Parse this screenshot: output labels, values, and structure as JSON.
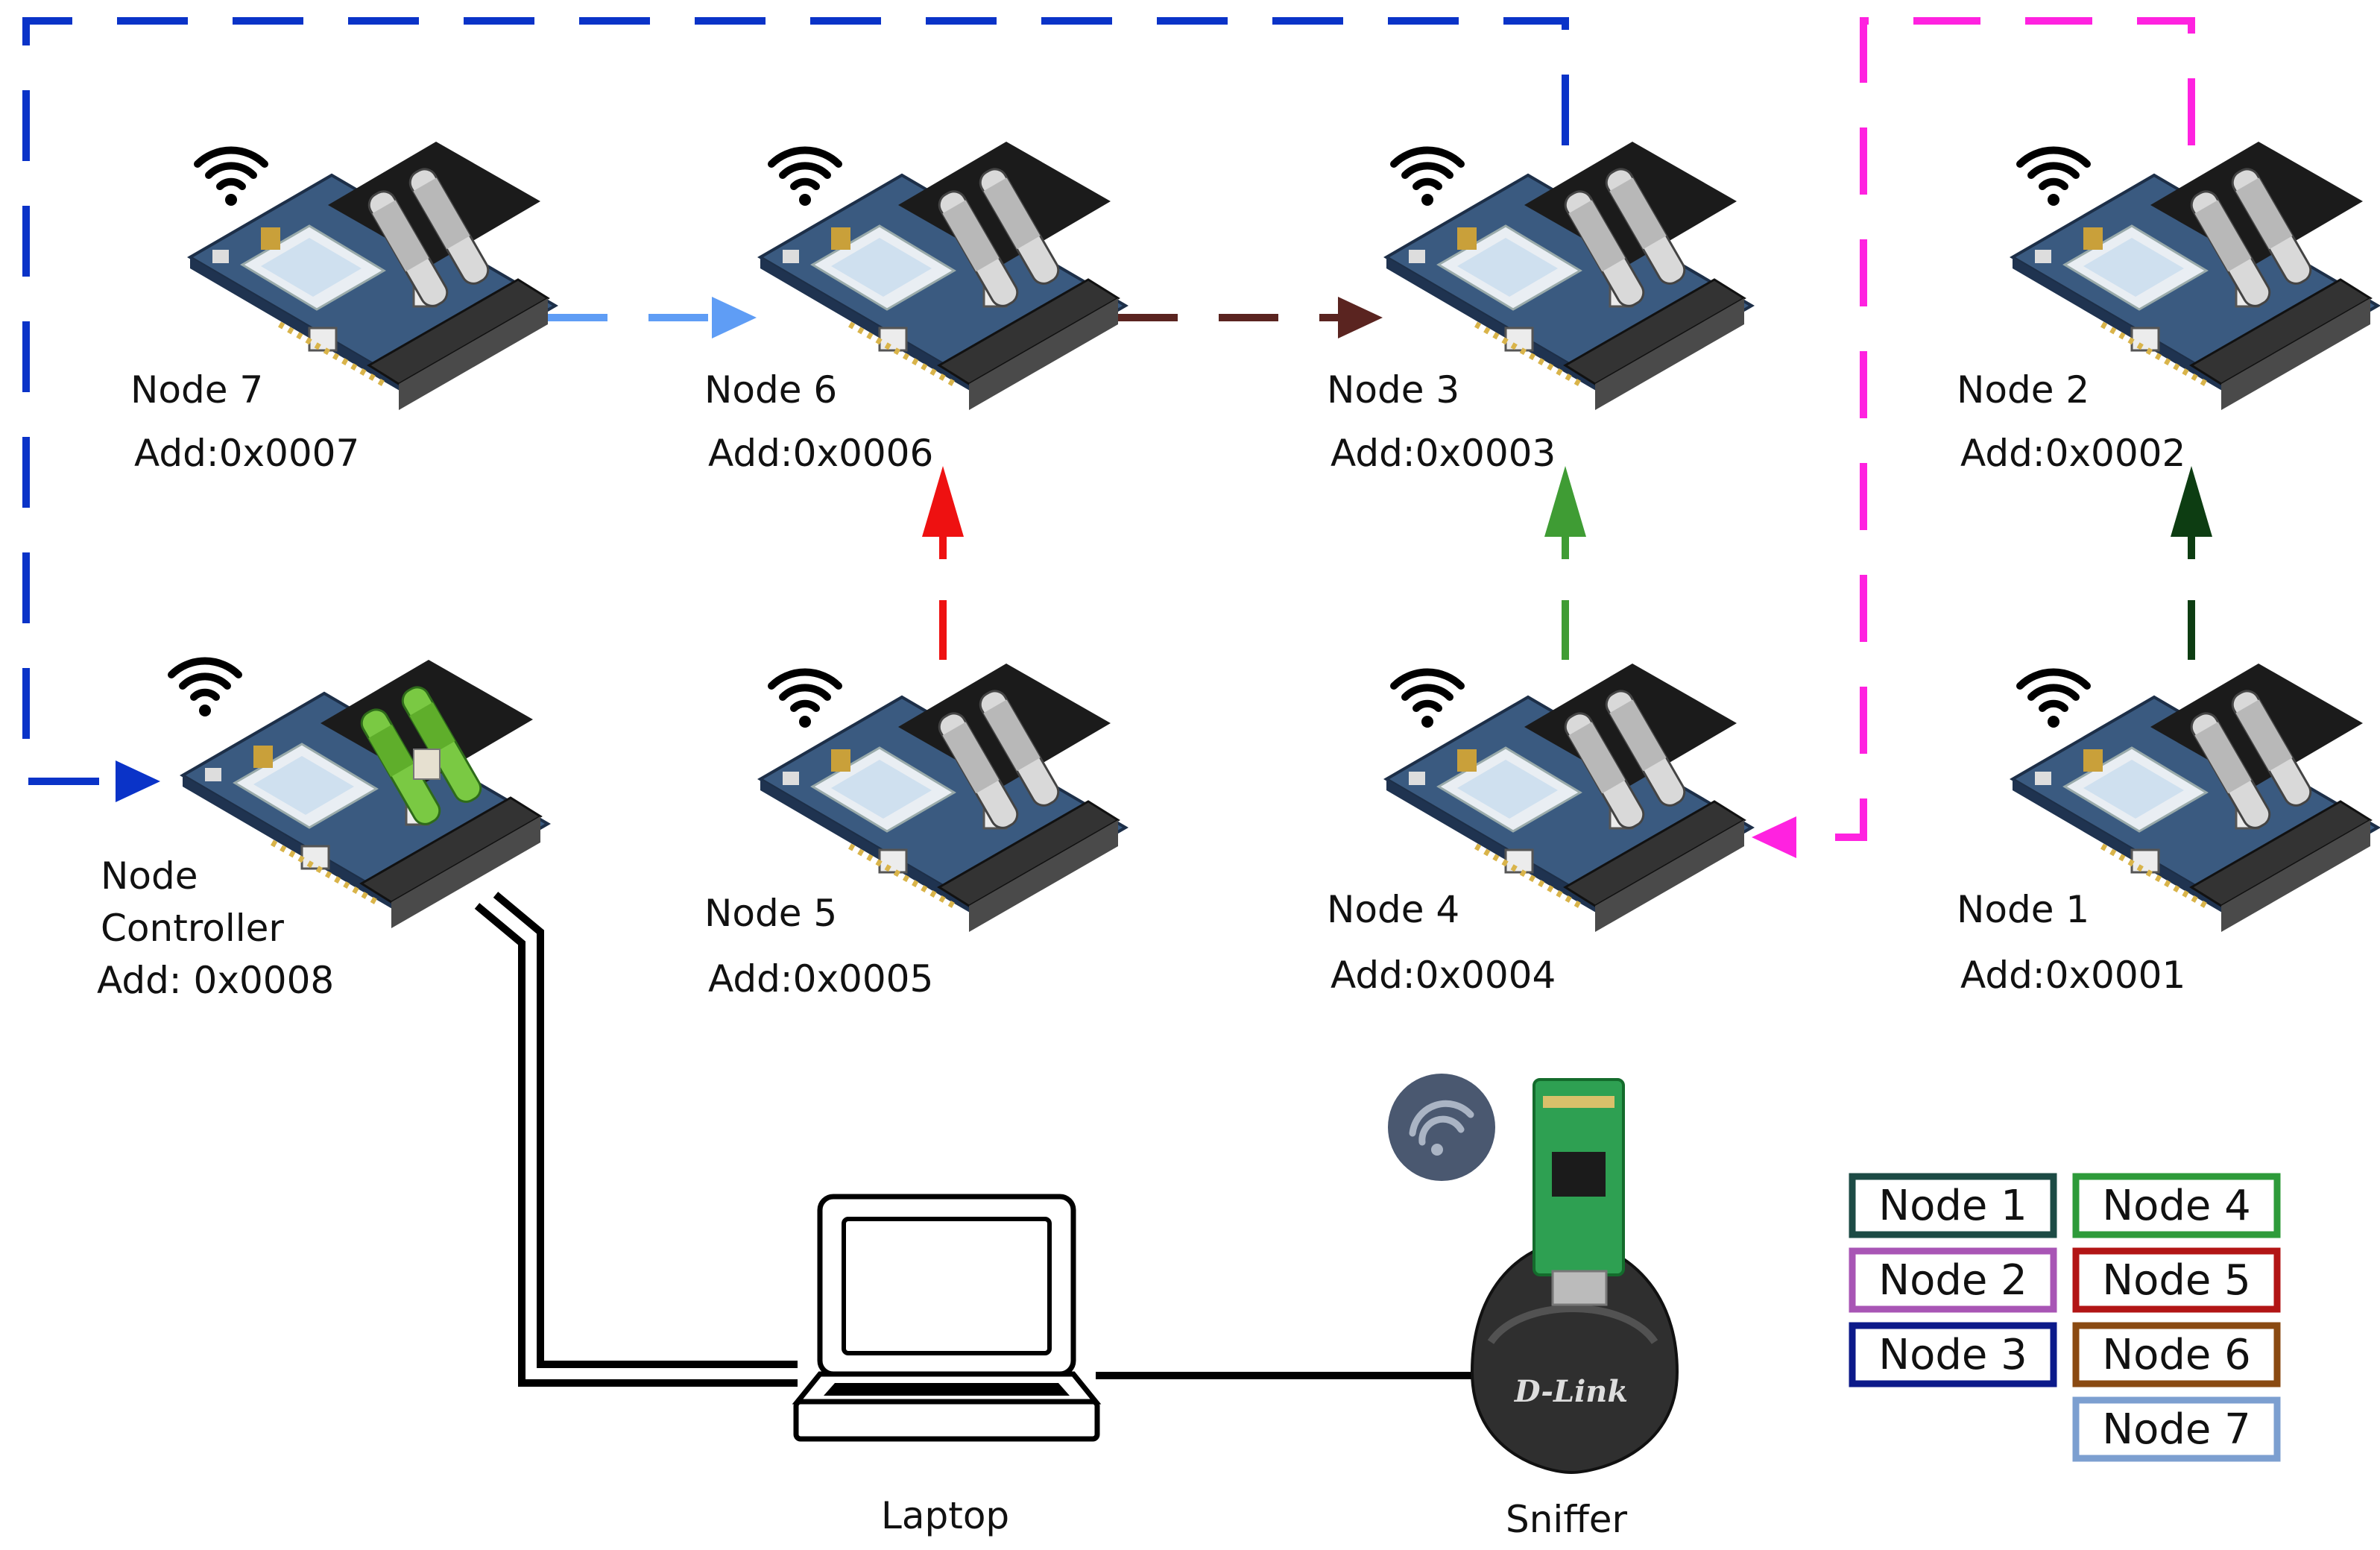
{
  "nodes": [
    {
      "id": "n7",
      "name": "Node 7",
      "addr": "Add:0x0007"
    },
    {
      "id": "n6",
      "name": "Node 6",
      "addr": "Add:0x0006"
    },
    {
      "id": "n3",
      "name": "Node 3",
      "addr": "Add:0x0003"
    },
    {
      "id": "n2",
      "name": "Node 2",
      "addr": "Add:0x0002"
    },
    {
      "id": "n5",
      "name": "Node 5",
      "addr": "Add:0x0005"
    },
    {
      "id": "n4",
      "name": "Node 4",
      "addr": "Add:0x0004"
    },
    {
      "id": "n1",
      "name": "Node 1",
      "addr": "Add:0x0001"
    }
  ],
  "controller": {
    "line1": "Node",
    "line2": "Controller",
    "addr": "Add: 0x0008"
  },
  "laptop": {
    "label": "Laptop"
  },
  "sniffer": {
    "label": "Sniffer",
    "brand": "D-Link"
  },
  "legend": [
    {
      "label": "Node 1",
      "color": "#1d4b45"
    },
    {
      "label": "Node 4",
      "color": "#2e9b3a"
    },
    {
      "label": "Node 2",
      "color": "#a855b5"
    },
    {
      "label": "Node 5",
      "color": "#b21515"
    },
    {
      "label": "Node 3",
      "color": "#0c1a8a"
    },
    {
      "label": "Node 6",
      "color": "#8a4a12"
    },
    {
      "label": "Node 7",
      "color": "#7c9fd0"
    }
  ],
  "links": [
    {
      "from": "Node 7",
      "to": "Node 6",
      "color": "#5f9df5"
    },
    {
      "from": "Node 6",
      "to": "Node 3",
      "color": "#5a2420"
    },
    {
      "from": "Node 5",
      "to": "Node 6",
      "color": "#ee1111"
    },
    {
      "from": "Node 4",
      "to": "Node 3",
      "color": "#3f9c34"
    },
    {
      "from": "Node 1",
      "to": "Node 2",
      "color": "#0d3d12"
    },
    {
      "from": "Node 2",
      "to": "Node 4",
      "color": "#ff22e0"
    },
    {
      "from": "Node 3",
      "to": "Node Controller",
      "color": "#0a33c8"
    }
  ]
}
